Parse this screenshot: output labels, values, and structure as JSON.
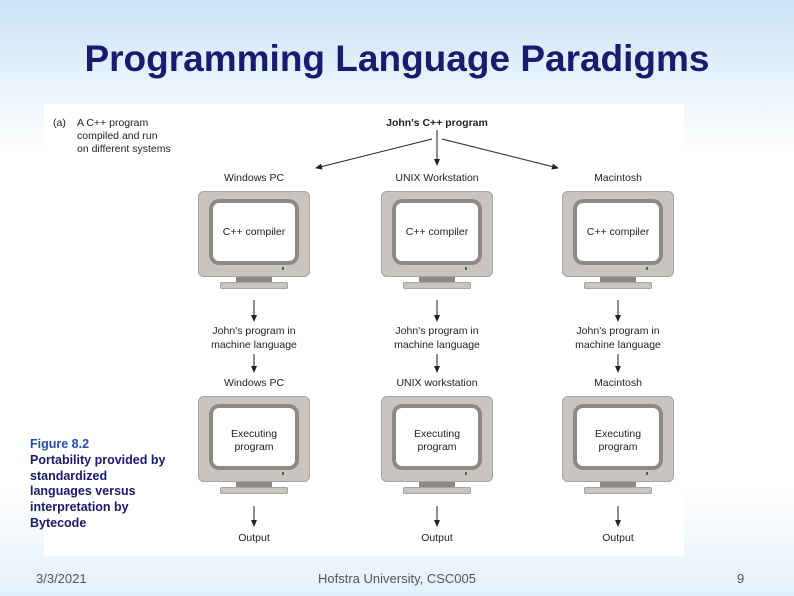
{
  "slide": {
    "title": "Programming Language Paradigms",
    "footer_date": "3/3/2021",
    "footer_center": "Hofstra University, CSC005",
    "page_number": "9"
  },
  "caption": {
    "figure_number": "Figure 8.2",
    "text": "Portability provided by standardized languages versus interpretation by Bytecode"
  },
  "figure": {
    "part_label": "(a)",
    "part_description": [
      "A C++ program",
      "compiled and run",
      "on different systems"
    ],
    "top_program": "John's C++ program",
    "columns": [
      {
        "system_top": "Windows PC",
        "compiler_screen": "C++ compiler",
        "machine_program": [
          "John's program in",
          "machine language"
        ],
        "system_bottom": "Windows PC",
        "exec_screen": [
          "Executing",
          "program"
        ],
        "output": "Output"
      },
      {
        "system_top": "UNIX Workstation",
        "compiler_screen": "C++ compiler",
        "machine_program": [
          "John's program in",
          "machine language"
        ],
        "system_bottom": "UNIX workstation",
        "exec_screen": [
          "Executing",
          "program"
        ],
        "output": "Output"
      },
      {
        "system_top": "Macintosh",
        "compiler_screen": "C++ compiler",
        "machine_program": [
          "John's program in",
          "machine language"
        ],
        "system_bottom": "Macintosh",
        "exec_screen": [
          "Executing",
          "program"
        ],
        "output": "Output"
      }
    ]
  }
}
